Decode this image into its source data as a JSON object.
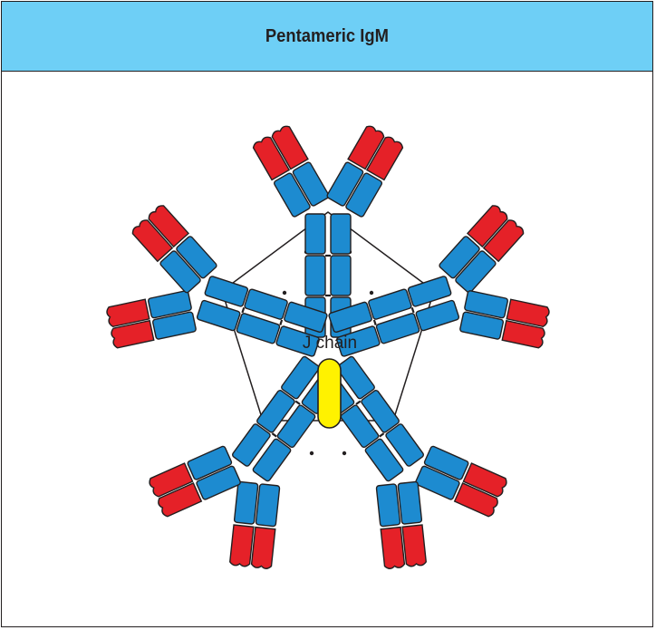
{
  "title": "Pentameric IgM",
  "jchain_label": "J chain",
  "colors": {
    "header_bg": "#6ecff6",
    "constant_region": "#1d8bd0",
    "variable_region": "#e52128",
    "j_chain": "#fff200",
    "outline": "#231f20"
  },
  "monomer_count": 5,
  "components": [
    "heavy-chain",
    "light-chain",
    "constant-region",
    "variable-region",
    "disulfide-bond",
    "j-chain"
  ]
}
